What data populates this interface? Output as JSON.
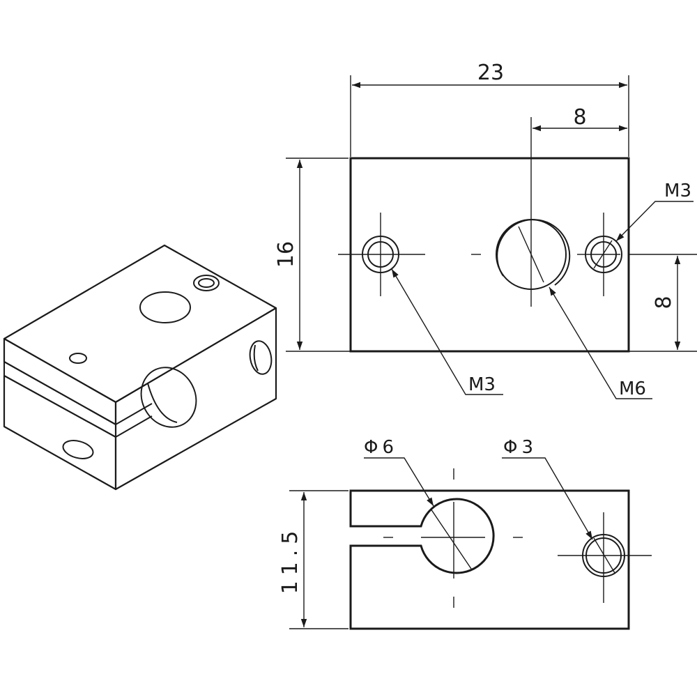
{
  "dimensions": {
    "width": "23",
    "offset_horizontal": "8",
    "height": "16",
    "offset_vertical": "8",
    "side_height": "11.5"
  },
  "callouts": {
    "m3_right": "M3",
    "m3_left": "M3",
    "m6": "M6",
    "phi6": "Φ6",
    "phi3": "Φ3"
  },
  "colors": {
    "line": "#1a1a1a",
    "face_top": "#ffffff",
    "face_front": "#ffffff",
    "face_side": "#ffffff"
  }
}
